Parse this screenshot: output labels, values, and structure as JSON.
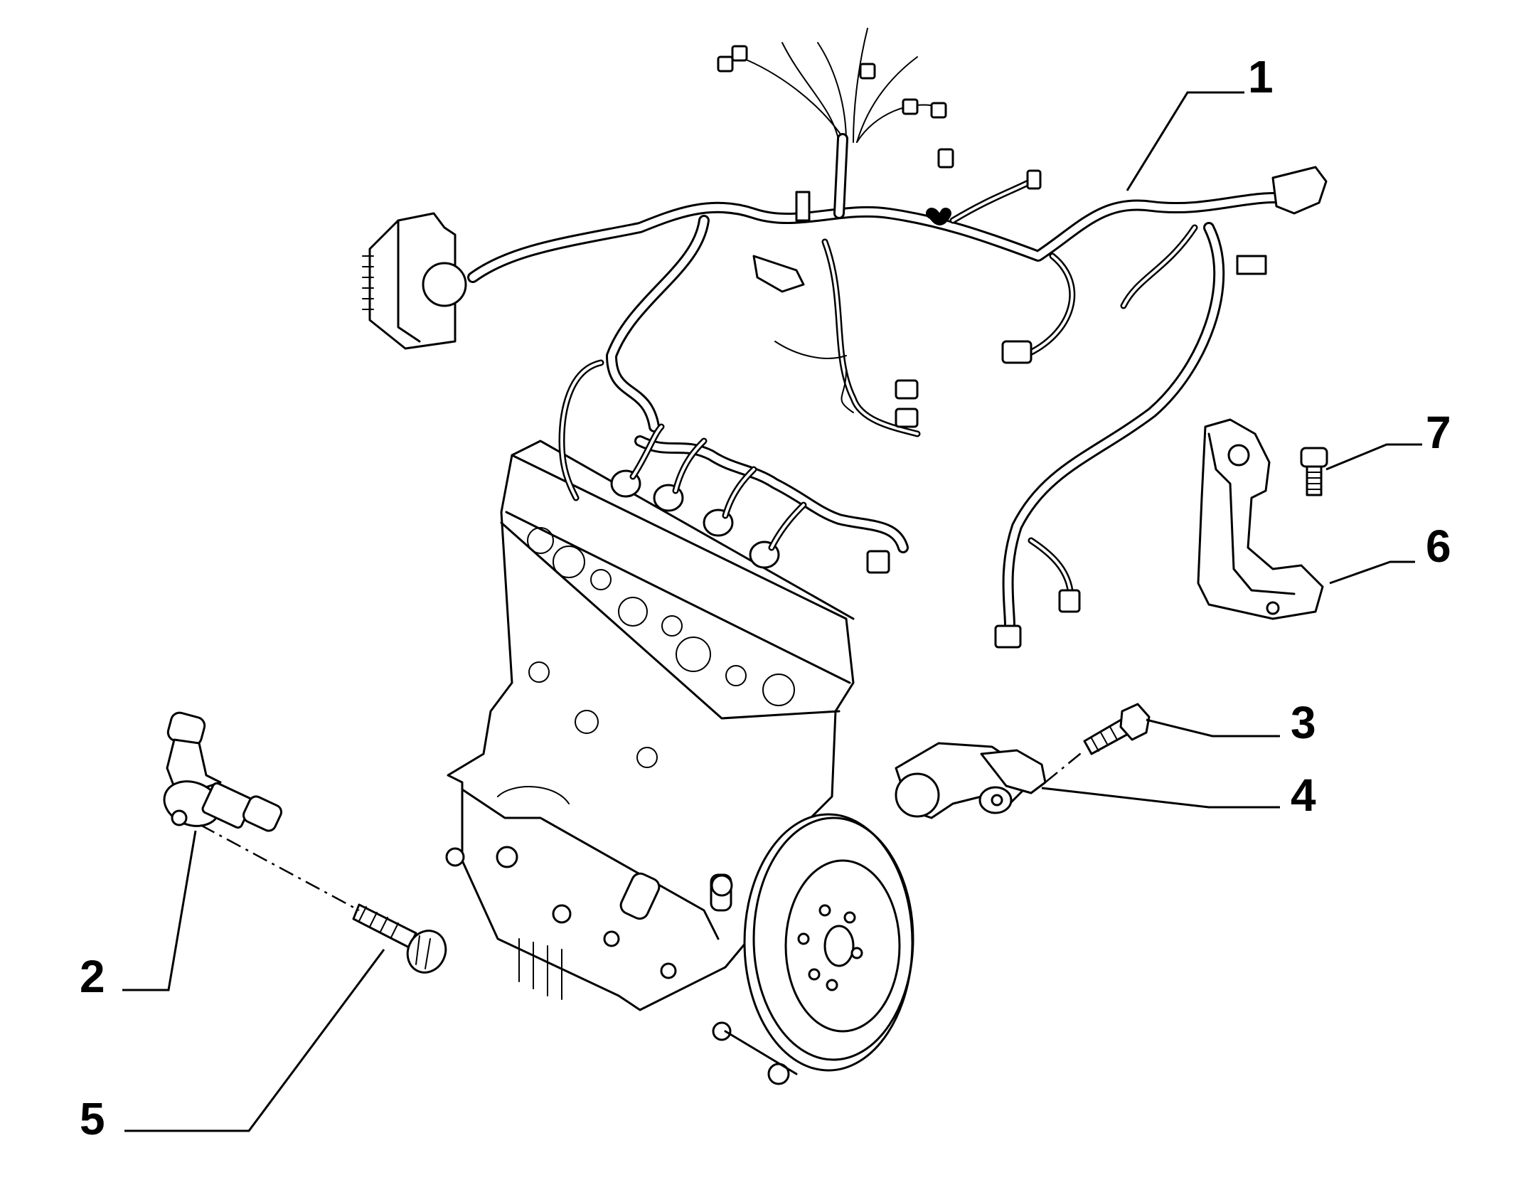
{
  "diagram": {
    "callouts": [
      {
        "id": "1",
        "label": "1"
      },
      {
        "id": "2",
        "label": "2"
      },
      {
        "id": "3",
        "label": "3"
      },
      {
        "id": "4",
        "label": "4"
      },
      {
        "id": "5",
        "label": "5"
      },
      {
        "id": "6",
        "label": "6"
      },
      {
        "id": "7",
        "label": "7"
      }
    ],
    "parts": [
      "wiring-harness",
      "sensor",
      "bolt",
      "sensor",
      "bolt",
      "bracket",
      "bolt"
    ]
  },
  "colors": {
    "line": "#000000",
    "background": "#ffffff"
  }
}
